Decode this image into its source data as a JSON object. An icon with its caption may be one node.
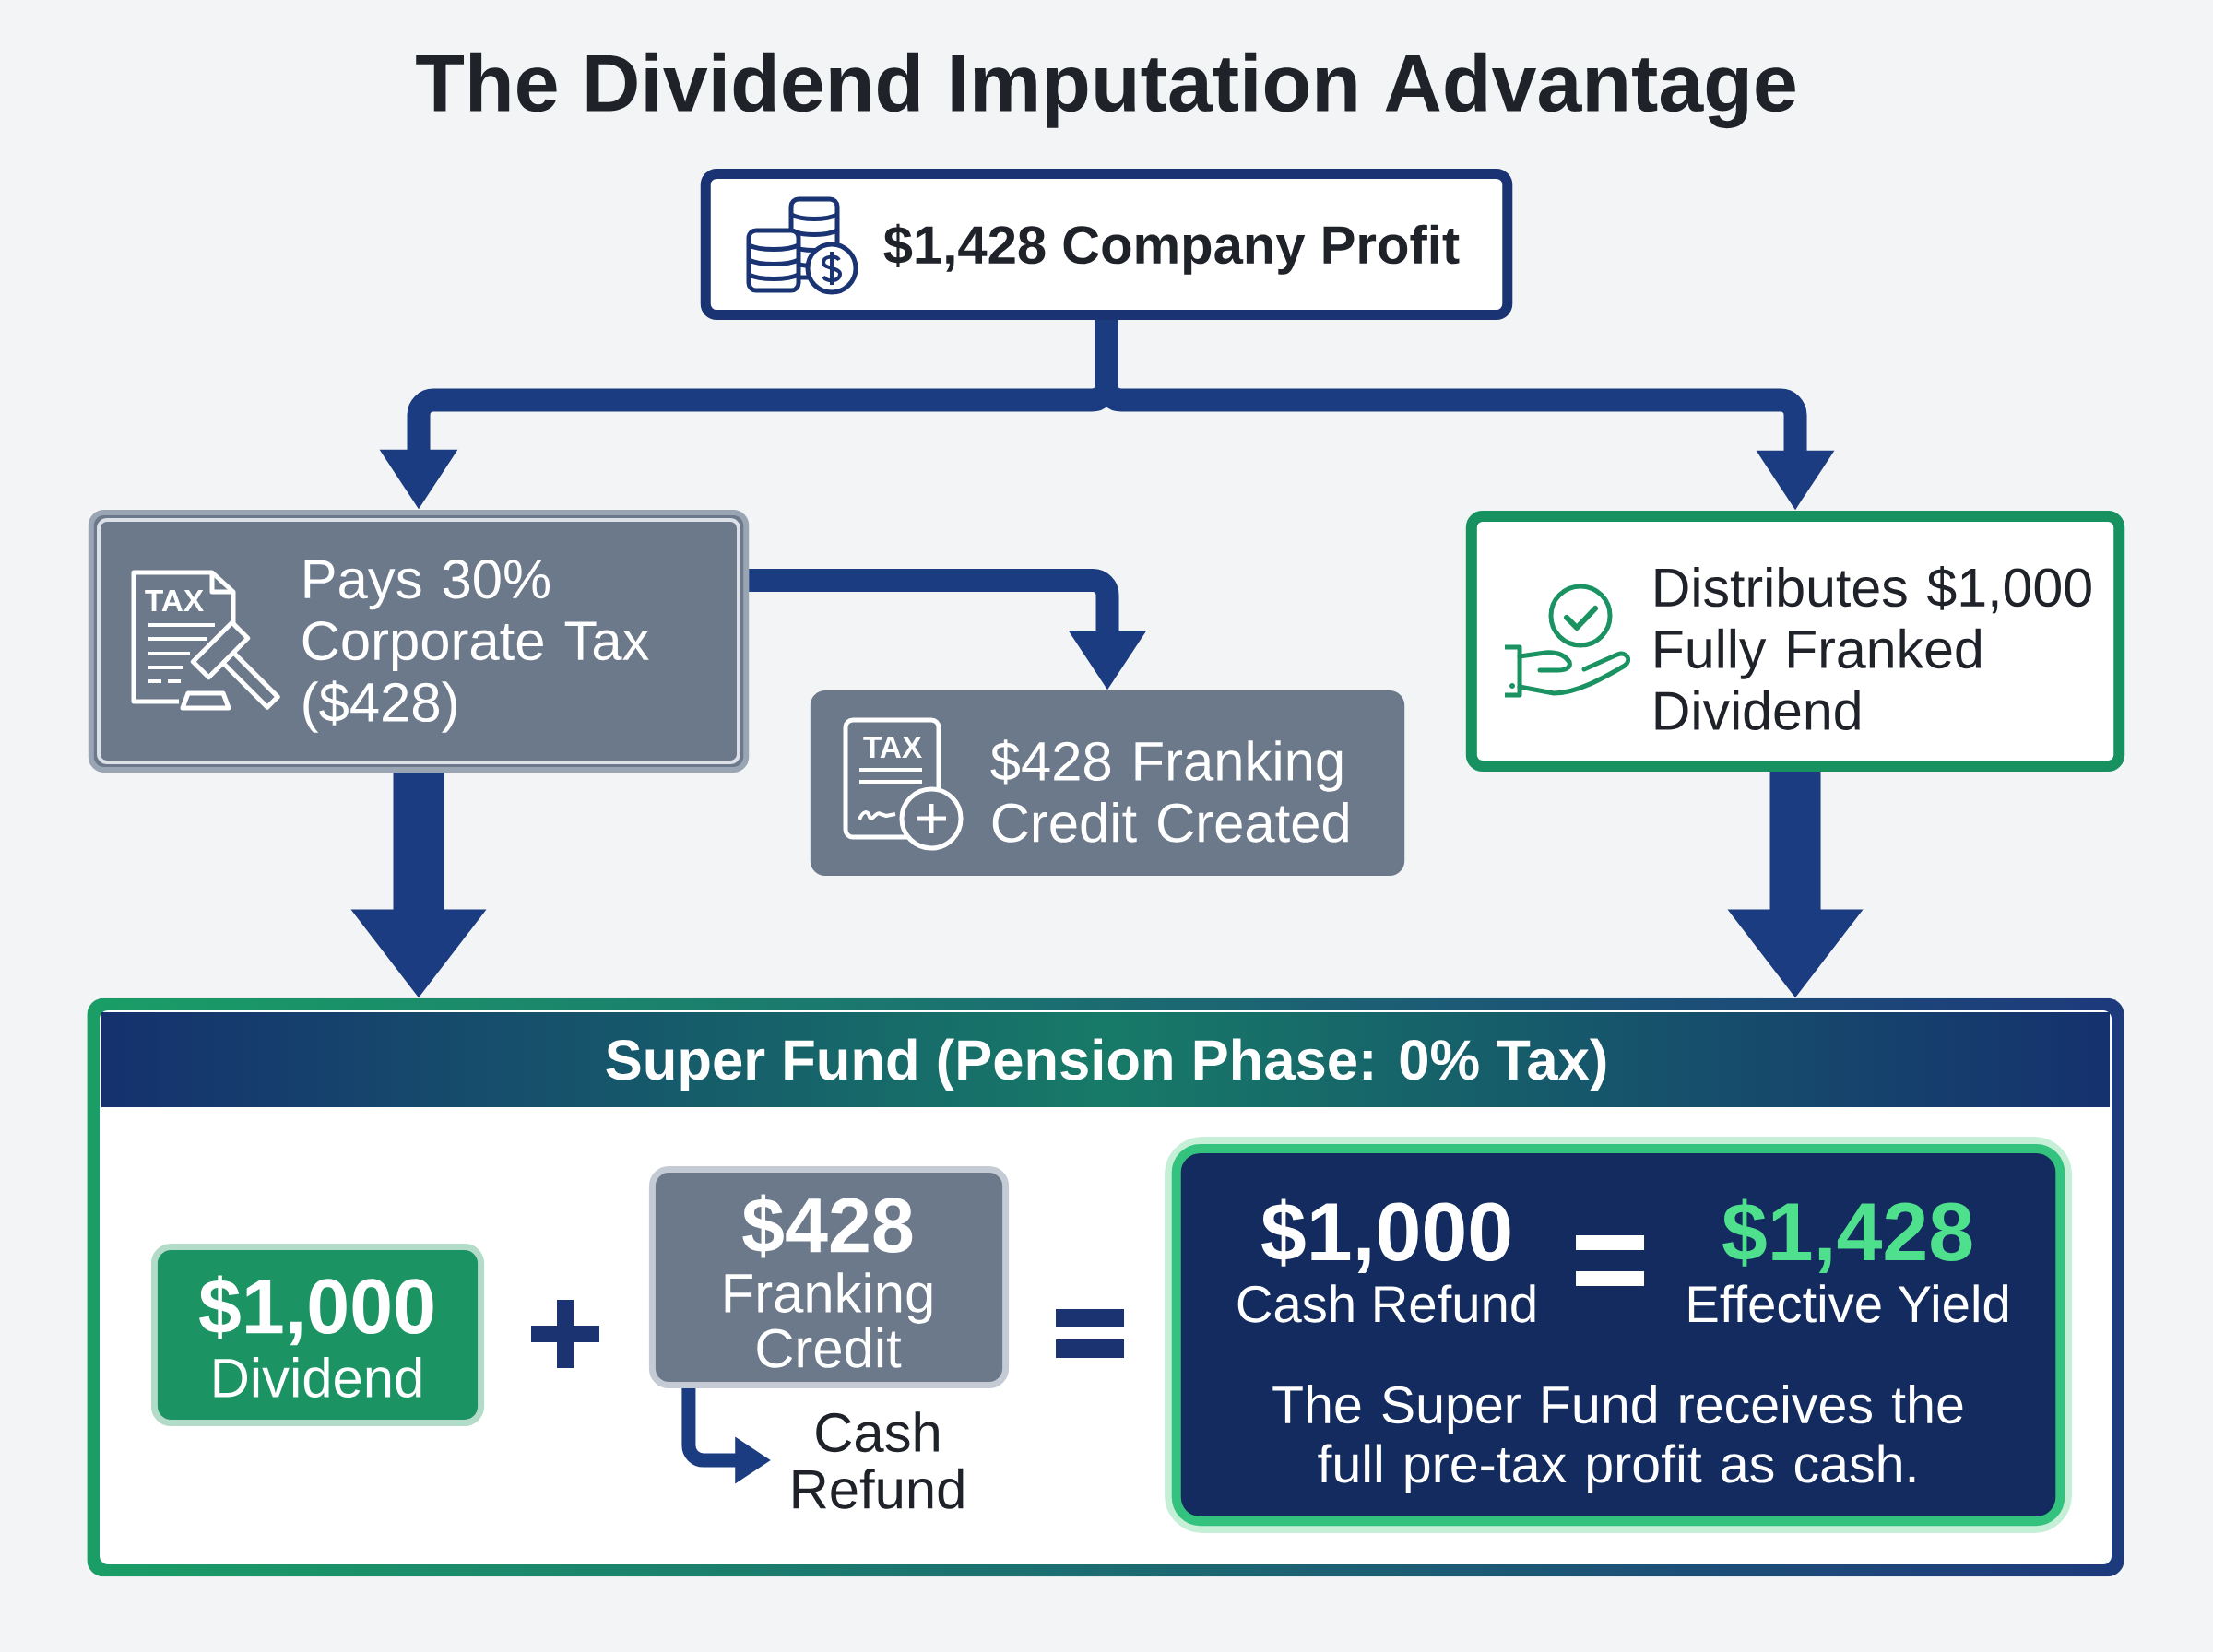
{
  "diagram": {
    "title": "The Dividend Imputation Advantage",
    "nodes": [
      {
        "text": [
          "$1,428 Company Profit"
        ]
      },
      {
        "text": [
          "Pays 30% Corporate Tax ($428)"
        ]
      },
      {
        "text": [
          "$428 Franking Credit Created"
        ]
      },
      {
        "text": [
          "Distributes $1,000 Fully Franked Dividend"
        ]
      },
      {
        "text": [
          "Super Fund (Pension Phase: 0% Tax)"
        ]
      },
      {
        "text": [
          "$1,000",
          "Dividend"
        ],
        "in": 4
      },
      {
        "text": [
          "$428",
          "Franking Credit"
        ],
        "in": 4
      },
      {
        "text": [
          "Cash Refund"
        ],
        "in": 4
      },
      {
        "text": [
          "$1,000",
          "Cash Refund",
          "$1,428",
          "Effective Yield",
          "The Super Fund receives the full pre-tax profit as cash."
        ],
        "in": 4
      }
    ],
    "edges": [
      {
        "from": 0,
        "to": 1,
        "arrow": "to"
      },
      {
        "from": 0,
        "to": 3,
        "arrow": "to"
      },
      {
        "from": 1,
        "to": 2,
        "arrow": "to"
      },
      {
        "from": 1,
        "to": 4,
        "arrow": "to",
        "style": "thick"
      },
      {
        "from": 3,
        "to": 4,
        "arrow": "to",
        "style": "thick"
      },
      {
        "from": 6,
        "to": 7,
        "arrow": "to"
      }
    ],
    "labels": [
      "TAX",
      "TAX"
    ]
  }
}
